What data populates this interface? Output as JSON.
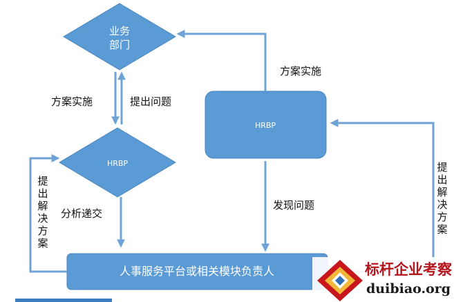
{
  "nodes": {
    "business_dept": {
      "line1": "业务",
      "line2": "部门"
    },
    "hrbp_center": {
      "label": "HRBP"
    },
    "hrbp_right": {
      "label": "HRBP"
    },
    "platform_owner": {
      "label": "人事服务平台或相关模块负责人"
    }
  },
  "edges": {
    "plan_implement_top": "方案实施",
    "plan_implement_left": "方案实施",
    "raise_problem": "提出问题",
    "analyze_submit": "分析递交",
    "find_problem": "发现问题",
    "solution_left": [
      "提",
      "出",
      "解",
      "决",
      "方",
      "案"
    ],
    "solution_right": [
      "提",
      "出",
      "解",
      "决",
      "方",
      "案"
    ]
  },
  "watermark": {
    "name": "标杆企业考察",
    "url": "duibiao.org"
  },
  "colors": {
    "node_fill": "#5b9bd5",
    "node_stroke": "#4a86c0",
    "arrow": "#6fa3d6",
    "watermark_red": "#b3161d"
  }
}
